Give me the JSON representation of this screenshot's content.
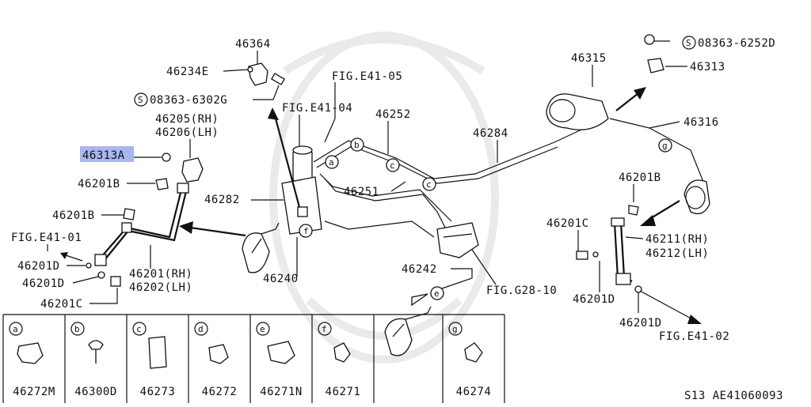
{
  "labels": {
    "p46364": "46364",
    "p46234E": "46234E",
    "s08363_6302G": "08363-6302G",
    "figE41_05": "FIG.E41-05",
    "figE41_04": "FIG.E41-04",
    "p46205": "46205(RH)",
    "p46206": "46206(LH)",
    "p46313A": "46313A",
    "p46201B_left": "46201B",
    "p46201B_left2": "46201B",
    "figE41_01": "FIG.E41-01",
    "p46201D_a": "46201D",
    "p46201D_b": "46201D",
    "p46201C_left": "46201C",
    "p46201": "46201(RH)",
    "p46202": "46202(LH)",
    "p46282": "46282",
    "p46240": "46240",
    "p46252": "46252",
    "p46251": "46251",
    "p46284": "46284",
    "p46242": "46242",
    "figG28_10": "FIG.G28-10",
    "p46315": "46315",
    "s08363_6252D": "08363-6252D",
    "p46313": "46313",
    "p46316": "46316",
    "p46201B_right": "46201B",
    "p46201C_right": "46201C",
    "p46211": "46211(RH)",
    "p46212": "46212(LH)",
    "p46201D_right_a": "46201D",
    "p46201D_right_b": "46201D",
    "figE41_02": "FIG.E41-02",
    "footer_code": "S13  AE41060093"
  },
  "callouts": {
    "a": "a",
    "b": "b",
    "c": "c",
    "d": "d",
    "e": "e",
    "f": "f",
    "g": "g",
    "s": "S"
  },
  "legend": [
    {
      "letter": "a",
      "part": "46272M"
    },
    {
      "letter": "b",
      "part": "46300D"
    },
    {
      "letter": "c",
      "part": "46273"
    },
    {
      "letter": "d",
      "part": "46272"
    },
    {
      "letter": "e",
      "part": "46271N"
    },
    {
      "letter": "f",
      "part": "46271"
    },
    {
      "letter": "g",
      "part": "46274"
    }
  ],
  "highlight_color": "#a9b6f0"
}
